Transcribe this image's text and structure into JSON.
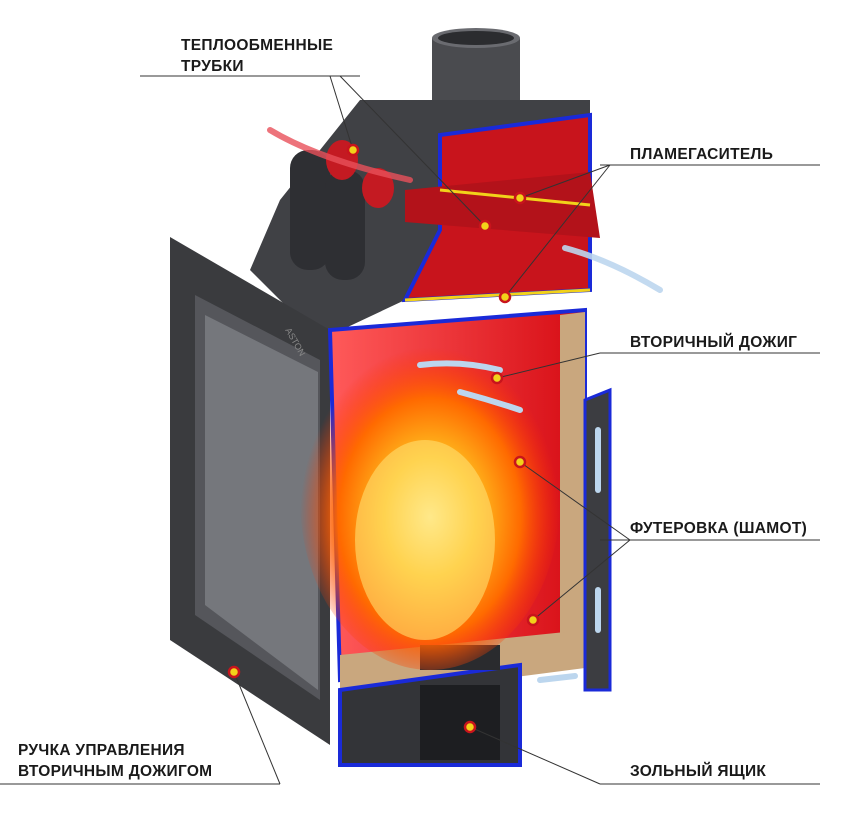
{
  "brand_logo": "ASTON",
  "labels": {
    "heat_tubes_1": "ТЕПЛООБМЕННЫЕ",
    "heat_tubes_2": "ТРУБКИ",
    "flame_damper": "ПЛАМЕГАСИТЕЛЬ",
    "secondary_burn": "ВТОРИЧНЫЙ ДОЖИГ",
    "lining": "ФУТЕРОВКА (ШАМОТ)",
    "control_handle_1": "РУЧКА УПРАВЛЕНИЯ",
    "control_handle_2": "ВТОРИЧНЫМ ДОЖИГОМ",
    "ash_box": "ЗОЛЬНЫЙ ЯЩИК"
  },
  "colors": {
    "frame": "#3a3b3e",
    "interior": "#e8141c",
    "outline": "#1a2ad8",
    "lining": "#c9a77e",
    "marker": "#f2d21a"
  }
}
